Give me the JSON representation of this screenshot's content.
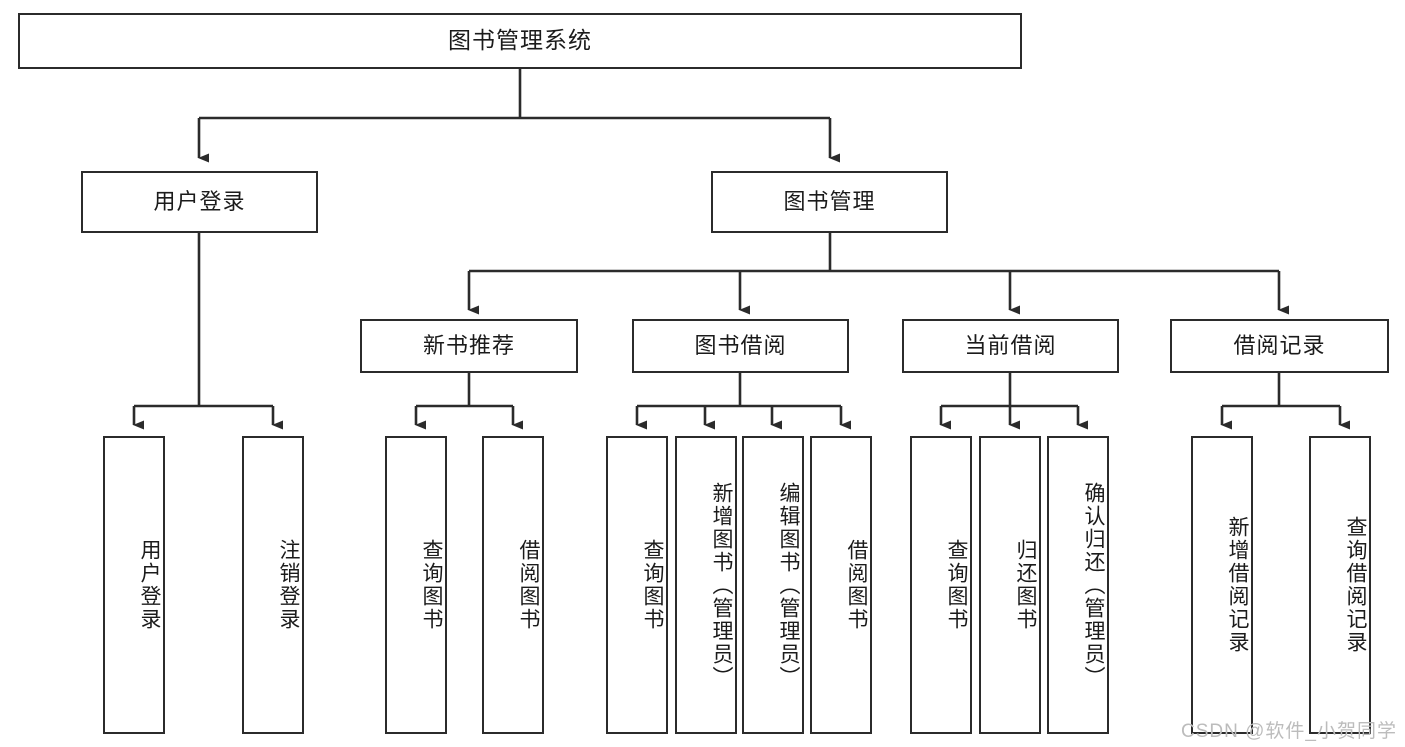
{
  "diagram": {
    "title": "图书管理系统",
    "type": "tree",
    "colors": {
      "box_border": "#2b2b2b",
      "box_fill": "#ffffff",
      "connector": "#2b2b2b",
      "text": "#1b1b1b",
      "watermark": "#bcbcbc"
    },
    "watermark": "CSDN @软件_小贺同学"
  },
  "nodes": {
    "root": {
      "label": "图书管理系统"
    },
    "level2": [
      {
        "label": "用户登录"
      },
      {
        "label": "图书管理"
      }
    ],
    "level3": [
      {
        "label": "新书推荐"
      },
      {
        "label": "图书借阅"
      },
      {
        "label": "当前借阅"
      },
      {
        "label": "借阅记录"
      }
    ],
    "leaves": {
      "user_login": [
        {
          "label": "用户登录"
        },
        {
          "label": "注销登录"
        }
      ],
      "new_book": [
        {
          "label": "查询图书"
        },
        {
          "label": "借阅图书"
        }
      ],
      "book_borrow": [
        {
          "label": "查询图书"
        },
        {
          "label": "新增图书（管理员）"
        },
        {
          "label": "编辑图书（管理员）"
        },
        {
          "label": "借阅图书"
        }
      ],
      "current_borrow": [
        {
          "label": "查询图书"
        },
        {
          "label": "归还图书"
        },
        {
          "label": "确认归还（管理员）"
        }
      ],
      "borrow_record": [
        {
          "label": "新增借阅记录"
        },
        {
          "label": "查询借阅记录"
        }
      ]
    }
  }
}
